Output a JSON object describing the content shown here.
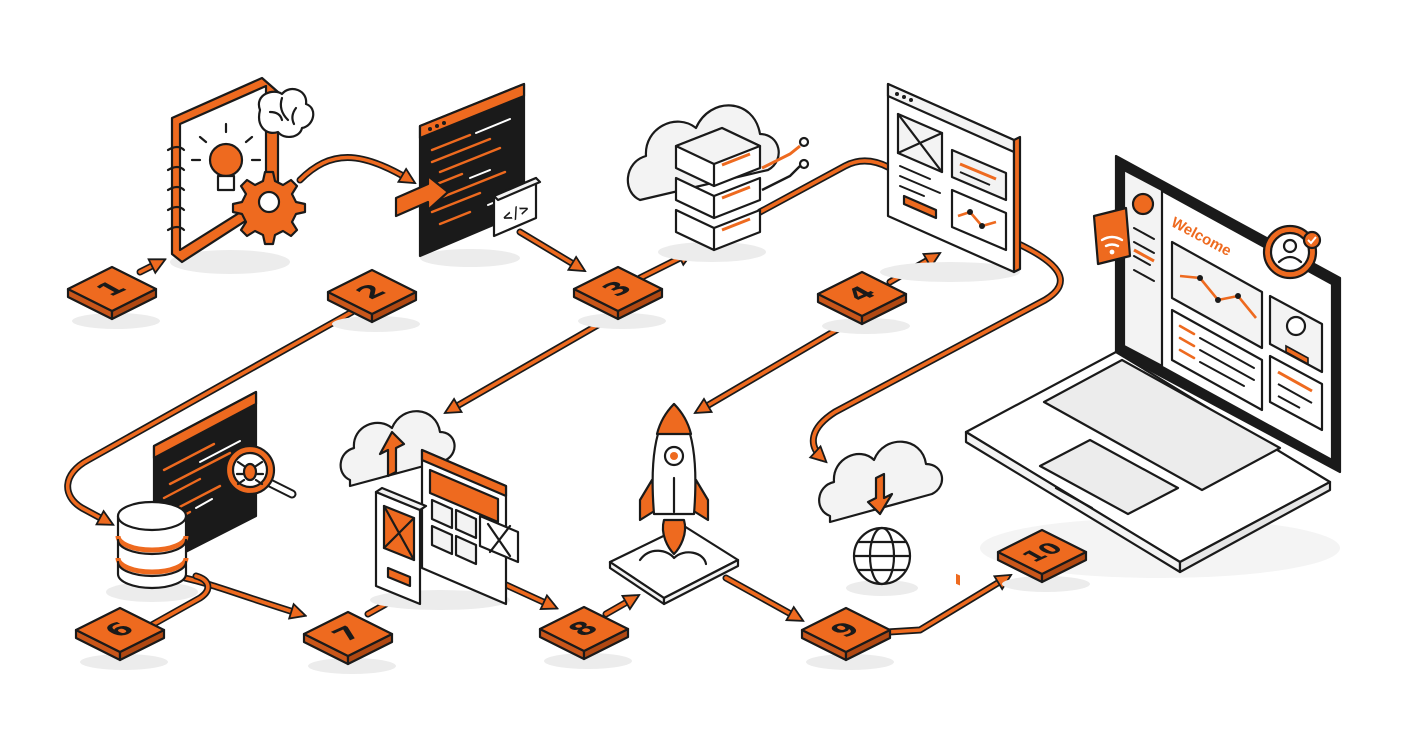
{
  "colors": {
    "accent": "#ee6a1f",
    "accent_light": "#f6a36b",
    "ink": "#1a1a1a",
    "panel": "#f3f3f3",
    "shadow": "#ececec"
  },
  "steps": [
    {
      "label": "1",
      "icon": "notebook-lightbulb-brain-gear-icon"
    },
    {
      "label": "2",
      "icon": "code-editor-icon"
    },
    {
      "label": "3",
      "icon": "cloud-server-icon"
    },
    {
      "label": "4",
      "icon": "wireframe-dashboard-icon"
    },
    {
      "label": "",
      "icon": "code-bug-search-icon"
    },
    {
      "label": "6",
      "icon": "database-icon"
    },
    {
      "label": "7",
      "icon": "responsive-devices-icon"
    },
    {
      "label": "8",
      "icon": "rocket-launch-icon"
    },
    {
      "label": "9",
      "icon": "cloud-download-globe-icon"
    },
    {
      "label": "10",
      "icon": "laptop-dashboard-icon"
    }
  ],
  "code_tag": "</>",
  "laptop": {
    "welcome": "Welcome"
  }
}
